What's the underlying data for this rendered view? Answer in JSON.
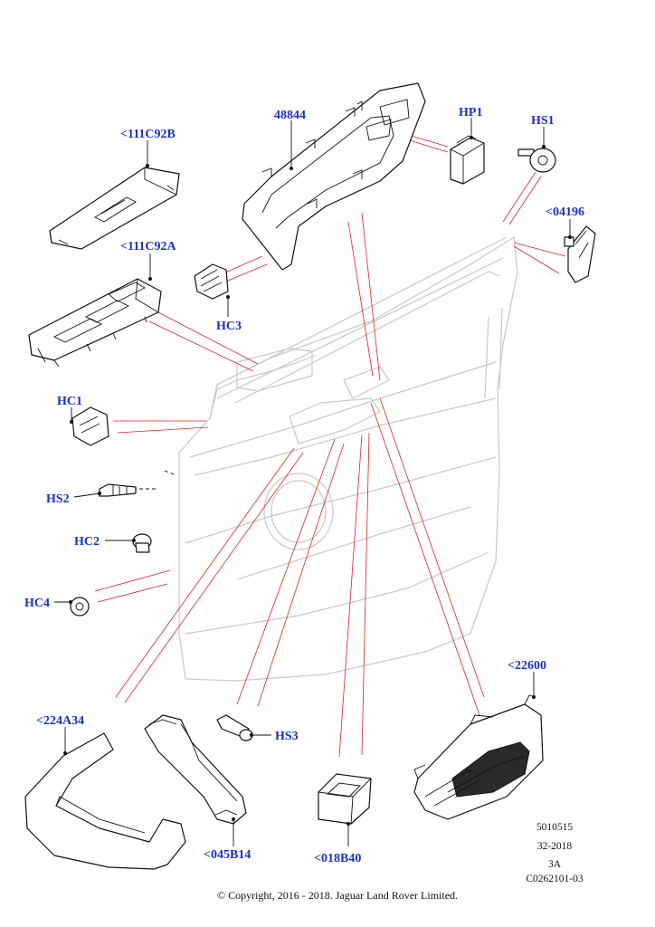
{
  "callouts": {
    "c111C92B": "<111C92B",
    "c111C92A": "<111C92A",
    "c48844": "48844",
    "cHP1": "HP1",
    "cHS1": "HS1",
    "c04196": "<04196",
    "cHC3": "HC3",
    "cHC1": "HC1",
    "cHS2": "HS2",
    "cHC2": "HC2",
    "cHC4": "HC4",
    "c224A34": "<224A34",
    "c045B14": "<045B14",
    "cHS3": "HS3",
    "c018B40": "<018B40",
    "c22600": "<22600"
  },
  "meta": {
    "line1": "5010515",
    "line2": "32-2018",
    "line3": "3A",
    "line4": "C0262101-03"
  },
  "copyright": "© Copyright, 2016 - 2018. Jaguar Land Rover Limited.",
  "colors": {
    "callout": "#1a2fc7",
    "leader": "#e02020",
    "ghost": "#c8c8c8",
    "ink": "#111111"
  }
}
